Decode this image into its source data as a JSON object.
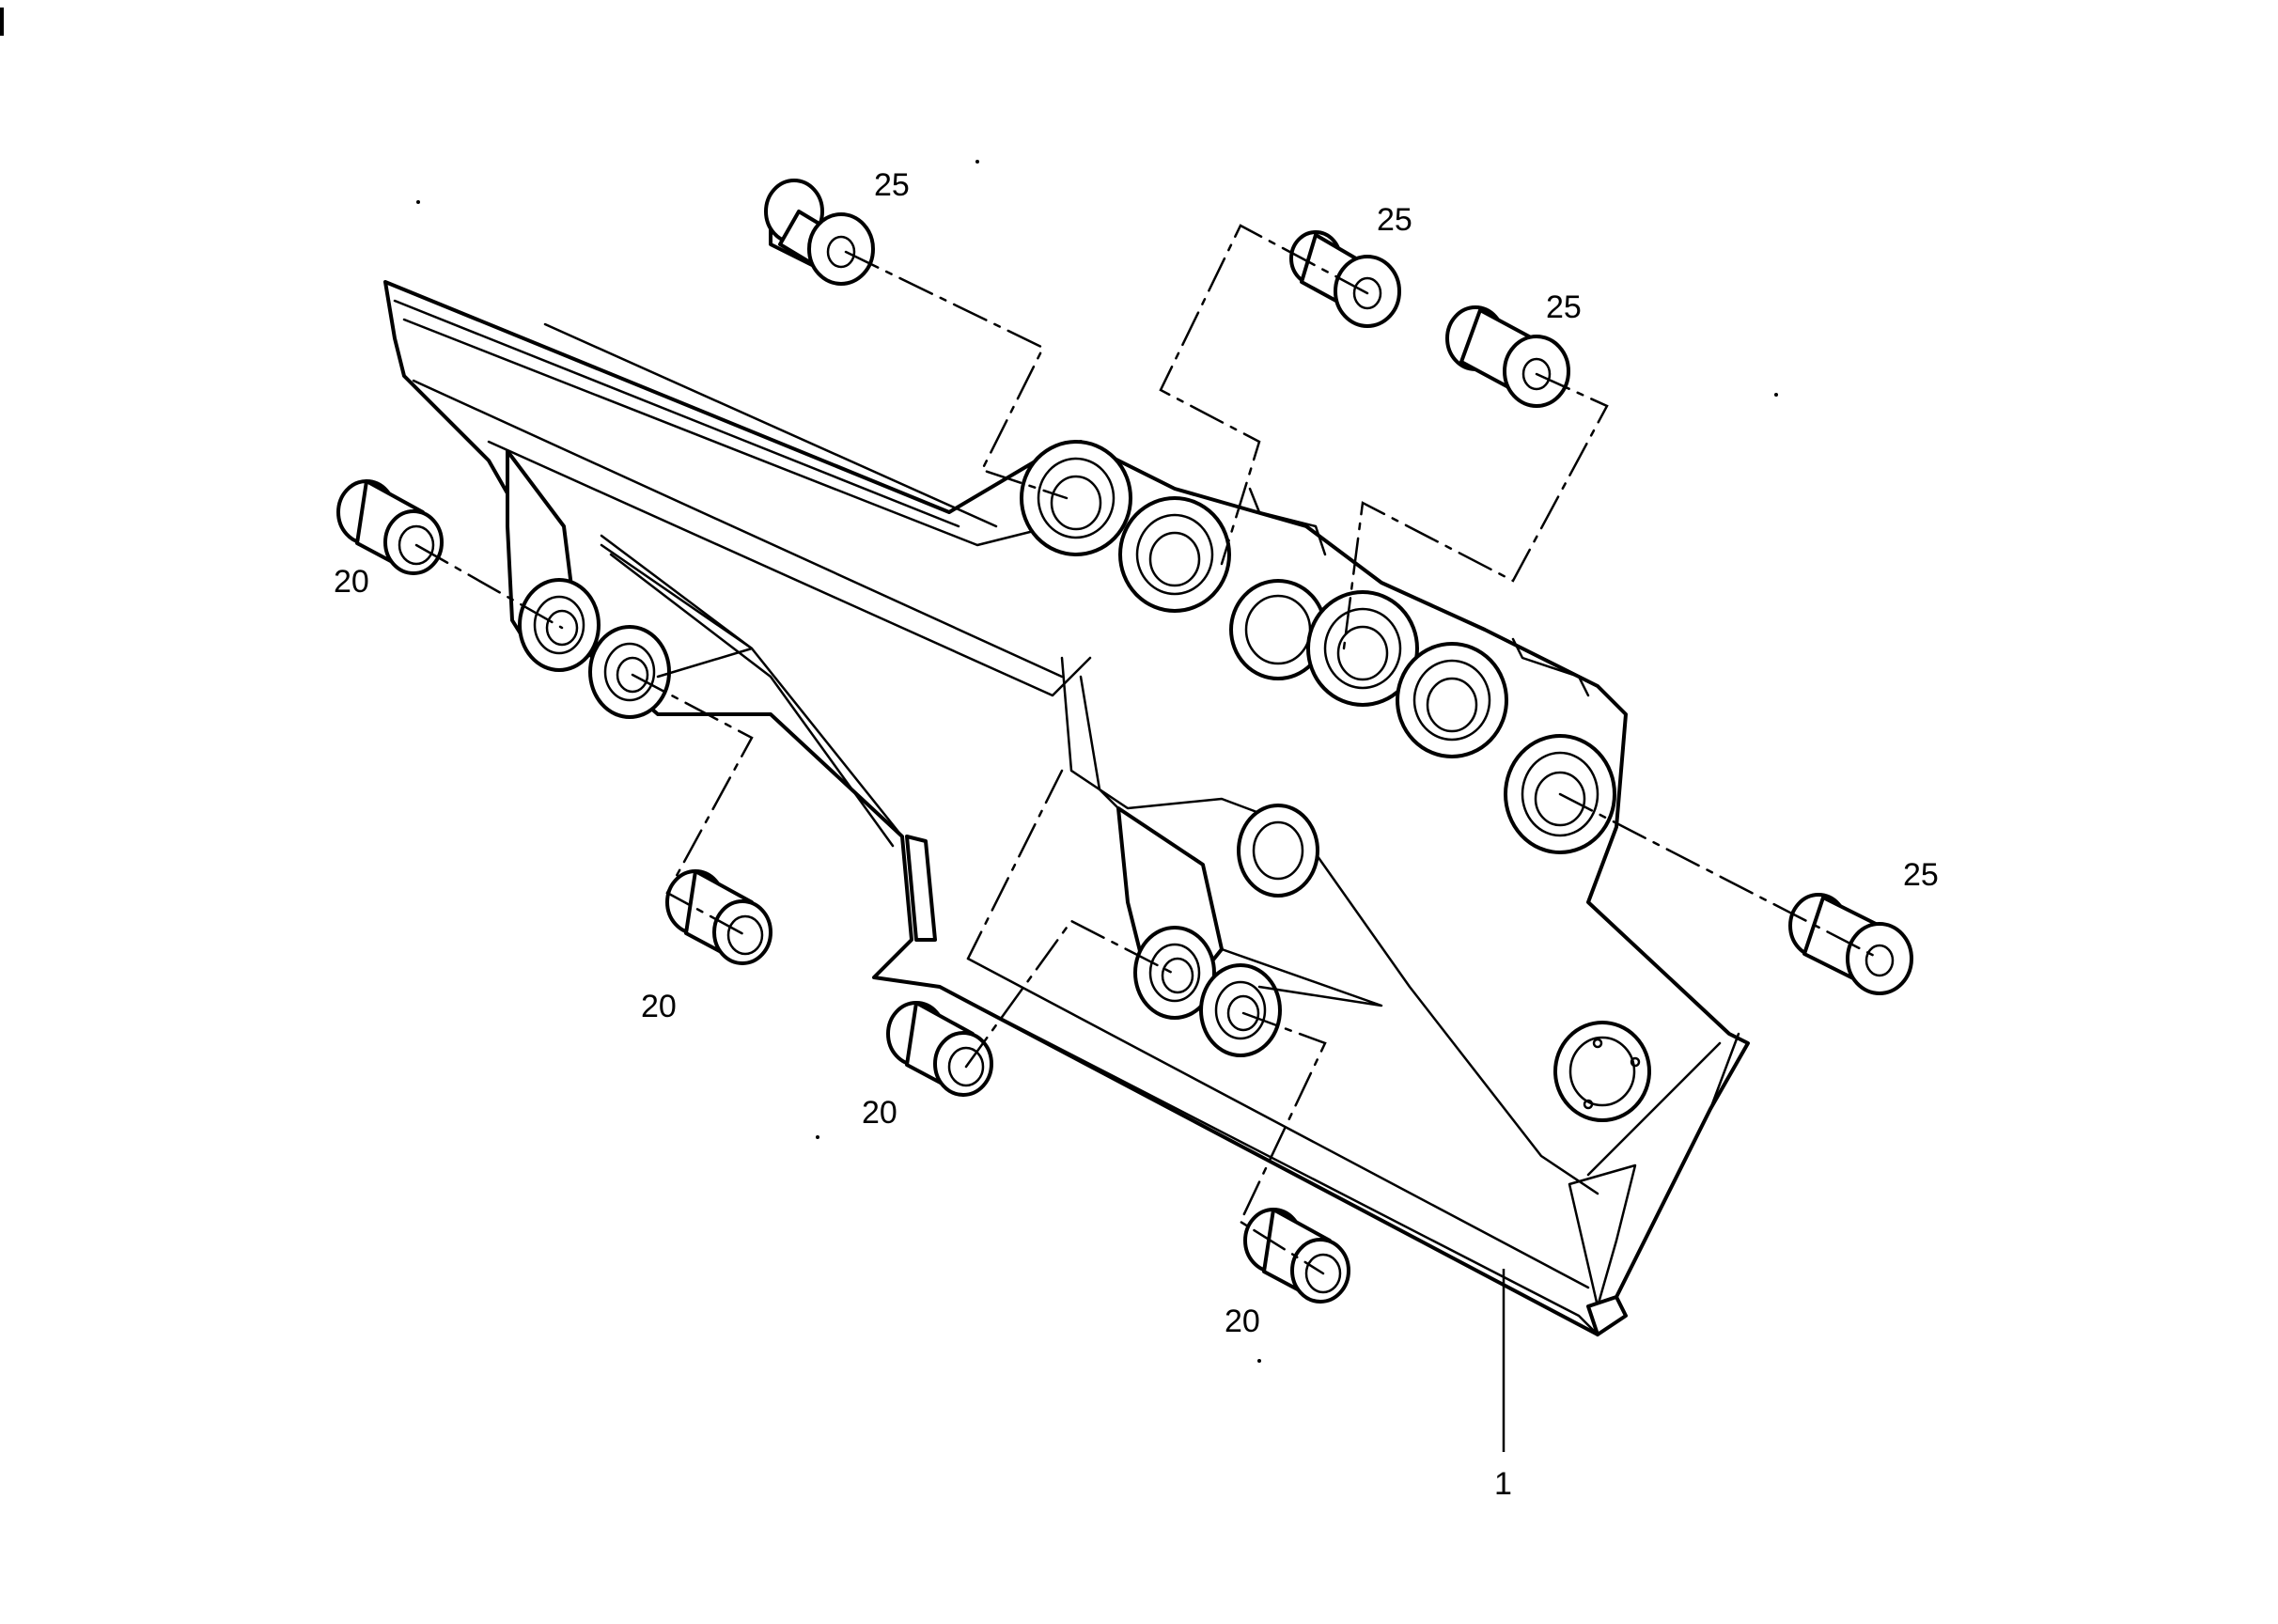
{
  "callouts": {
    "bushing_top_a": "25",
    "bushing_top_b": "25",
    "bushing_top_c": "25",
    "bushing_right": "25",
    "pin_left": "20",
    "pin_mid_left": "20",
    "pin_mid": "20",
    "pin_bottom": "20",
    "frame": "1"
  },
  "colors": {
    "ink": "#000000",
    "paper": "#ffffff"
  }
}
